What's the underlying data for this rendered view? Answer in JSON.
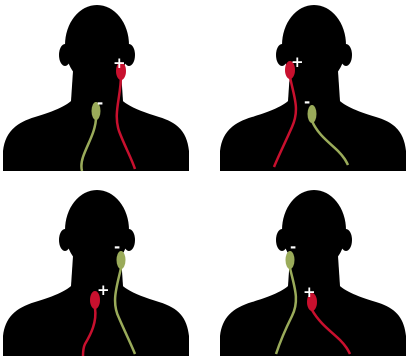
{
  "colors": {
    "background": "#ffffff",
    "silhouette": "#000000",
    "positive_electrode": "#c8102e",
    "negative_electrode": "#9aab5a",
    "sign_text": "#ffffff"
  },
  "panels": [
    {
      "id": "top-left",
      "positive_symbol": "+",
      "negative_symbol": "-"
    },
    {
      "id": "top-right",
      "positive_symbol": "+",
      "negative_symbol": "-"
    },
    {
      "id": "bottom-left",
      "positive_symbol": "+",
      "negative_symbol": "-"
    },
    {
      "id": "bottom-right",
      "positive_symbol": "+",
      "negative_symbol": "-"
    }
  ]
}
